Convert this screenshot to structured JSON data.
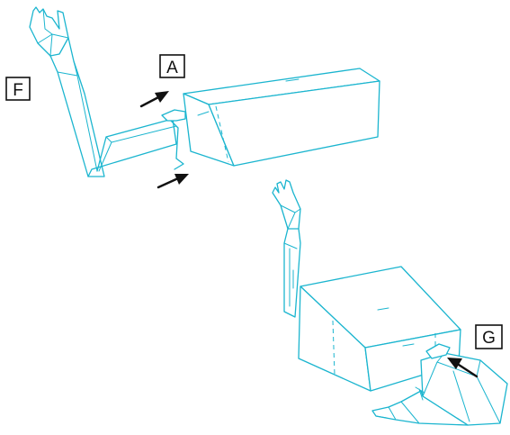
{
  "labels": {
    "a": "A",
    "f": "F",
    "g": "G"
  },
  "colors": {
    "line": "#1bb5cf",
    "arrow": "#111111",
    "background": "#ffffff"
  }
}
